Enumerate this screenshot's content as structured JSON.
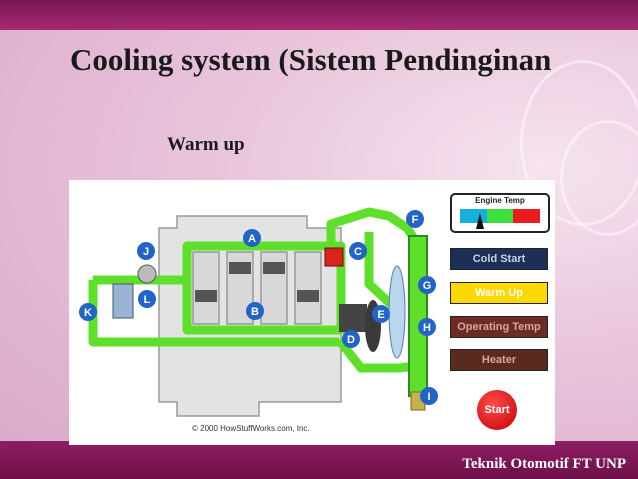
{
  "slide": {
    "title": "Cooling system (Sistem Pendinginan",
    "subtitle": "Warm up",
    "footer": "Teknik Otomotif  FT UNP"
  },
  "diagram": {
    "copyright": "© 2000 HowStuffWorks.com, Inc.",
    "markers": [
      "A",
      "B",
      "C",
      "D",
      "E",
      "F",
      "G",
      "H",
      "I",
      "J",
      "K",
      "L"
    ],
    "gauge": {
      "title": "Engine Temp",
      "zones": [
        "#16b0e0",
        "#3ee03e",
        "#ee1c1c"
      ],
      "level": 0.25
    },
    "buttons": {
      "cold_start": "Cold Start",
      "warm_up": "Warm Up",
      "operating_temp": "Operating Temp",
      "heater": "Heater",
      "start": "Start"
    }
  }
}
